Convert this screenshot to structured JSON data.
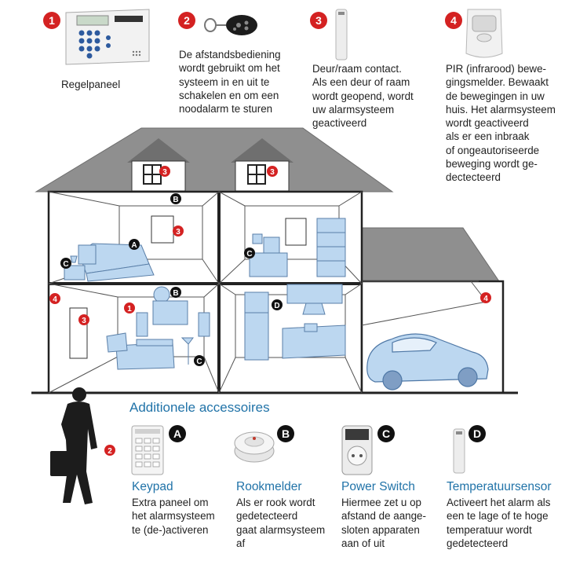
{
  "colors": {
    "badge_red": "#d42222",
    "badge_black": "#111111",
    "accent_blue": "#2173a8",
    "furniture_blue": "#bcd7f0",
    "roof_gray": "#8f8f8f",
    "wall_line": "#222222"
  },
  "devices": [
    {
      "badge": "1",
      "icon": "control-panel-icon",
      "text": "Regelpaneel"
    },
    {
      "badge": "2",
      "icon": "remote-control-icon",
      "text": "De afstandsbediening\nwordt gebruikt om het\nsysteem in en uit te\nschakelen en om een\nnoodalarm te sturen"
    },
    {
      "badge": "3",
      "icon": "door-contact-icon",
      "text": "Deur/raam contact.\nAls een deur of raam\nwordt geopend, wordt\nuw alarmsysteem\ngeactiveerd"
    },
    {
      "badge": "4",
      "icon": "pir-sensor-icon",
      "text": "PIR (infrarood) bewe-\ngingsmelder. Bewaakt\nde bewegingen in uw\nhuis. Het alarmsysteem\nwordt geactiveerd\nals er een inbraak\nof ongeautoriseerde\nbeweging wordt ge-\ndectecteerd"
    }
  ],
  "house_markers": {
    "red": [
      "3",
      "3",
      "3",
      "1",
      "4",
      "3",
      "4",
      "2"
    ],
    "black": [
      "B",
      "A",
      "C",
      "B",
      "D",
      "C",
      "C"
    ]
  },
  "accessories": {
    "section_title": "Additionele accessoires",
    "items": [
      {
        "badge": "A",
        "icon": "keypad-icon",
        "title": "Keypad",
        "text": "Extra paneel om\nhet alarmsysteem\nte (de-)activeren"
      },
      {
        "badge": "B",
        "icon": "smoke-detector-icon",
        "title": "Rookmelder",
        "text": "Als er rook wordt\ngedetecteerd\ngaat alarmsysteem\naf"
      },
      {
        "badge": "C",
        "icon": "power-switch-icon",
        "title": "Power Switch",
        "text": "Hiermee zet u op\nafstand de aange-\nsloten apparaten\naan of uit"
      },
      {
        "badge": "D",
        "icon": "temperature-sensor-icon",
        "title": "Temperatuursensor",
        "text": "Activeert het alarm als\neen te lage of te hoge\ntemperatuur wordt\ngedetecteerd"
      }
    ]
  }
}
